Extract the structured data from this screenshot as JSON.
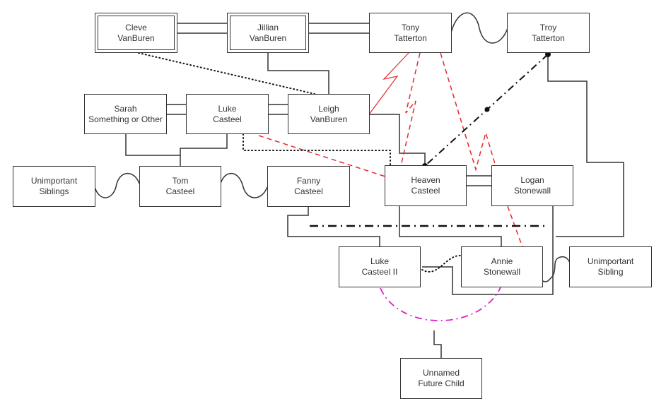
{
  "diagram": {
    "title": "Family relationship diagram",
    "nodes": [
      {
        "id": "cleve",
        "line1": "Cleve",
        "line2": "VanBuren",
        "style": "double"
      },
      {
        "id": "jillian",
        "line1": "Jillian",
        "line2": "VanBuren",
        "style": "double"
      },
      {
        "id": "tony",
        "line1": "Tony",
        "line2": "Tatterton",
        "style": "single"
      },
      {
        "id": "troy",
        "line1": "Troy",
        "line2": "Tatterton",
        "style": "single"
      },
      {
        "id": "sarah",
        "line1": "Sarah",
        "line2": "Something or Other",
        "style": "single"
      },
      {
        "id": "luke",
        "line1": "Luke",
        "line2": "Casteel",
        "style": "single"
      },
      {
        "id": "leigh",
        "line1": "Leigh",
        "line2": "VanBuren",
        "style": "single"
      },
      {
        "id": "siblings",
        "line1": "Unimportant",
        "line2": "Siblings",
        "style": "single"
      },
      {
        "id": "tom",
        "line1": "Tom",
        "line2": "Casteel",
        "style": "single"
      },
      {
        "id": "fanny",
        "line1": "Fanny",
        "line2": "Casteel",
        "style": "single"
      },
      {
        "id": "heaven",
        "line1": "Heaven",
        "line2": "Casteel",
        "style": "single"
      },
      {
        "id": "logan",
        "line1": "Logan",
        "line2": "Stonewall",
        "style": "single"
      },
      {
        "id": "luke2",
        "line1": "Luke",
        "line2": "Casteel II",
        "style": "single"
      },
      {
        "id": "annie",
        "line1": "Annie",
        "line2": "Stonewall",
        "style": "single"
      },
      {
        "id": "sibling",
        "line1": "Unimportant",
        "line2": "Sibling",
        "style": "single"
      },
      {
        "id": "child",
        "line1": "Unnamed",
        "line2": "Future Child",
        "style": "single"
      }
    ],
    "edges": [
      {
        "from": "cleve",
        "to": "jillian",
        "type": "marriage",
        "color": "#333333"
      },
      {
        "from": "jillian",
        "to": "tony",
        "type": "marriage",
        "color": "#333333"
      },
      {
        "from": "tony",
        "to": "troy",
        "type": "sibling",
        "color": "#333333"
      },
      {
        "from": "sarah",
        "to": "luke",
        "type": "marriage",
        "color": "#333333"
      },
      {
        "from": "luke",
        "to": "leigh",
        "type": "marriage",
        "color": "#333333"
      },
      {
        "from": "heaven",
        "to": "logan",
        "type": "marriage",
        "color": "#333333"
      },
      {
        "from": "jillian",
        "to": "leigh",
        "type": "parent-child",
        "color": "#333333"
      },
      {
        "from": "cleve",
        "to": "leigh",
        "type": "biological-parent",
        "color": "#000000"
      },
      {
        "from": "tony",
        "to": "leigh",
        "type": "affair",
        "color": "#e8282e"
      },
      {
        "from": "tony",
        "to": "heaven",
        "type": "affair",
        "color": "#e8282e"
      },
      {
        "from": "troy",
        "to": "heaven",
        "type": "affair",
        "color": "#000000"
      },
      {
        "from": "luke",
        "to": "heaven",
        "type": "abuse",
        "color": "#e8282e"
      },
      {
        "from": "magenta",
        "to": "child",
        "type": "future",
        "color": "#e020c8"
      }
    ]
  }
}
